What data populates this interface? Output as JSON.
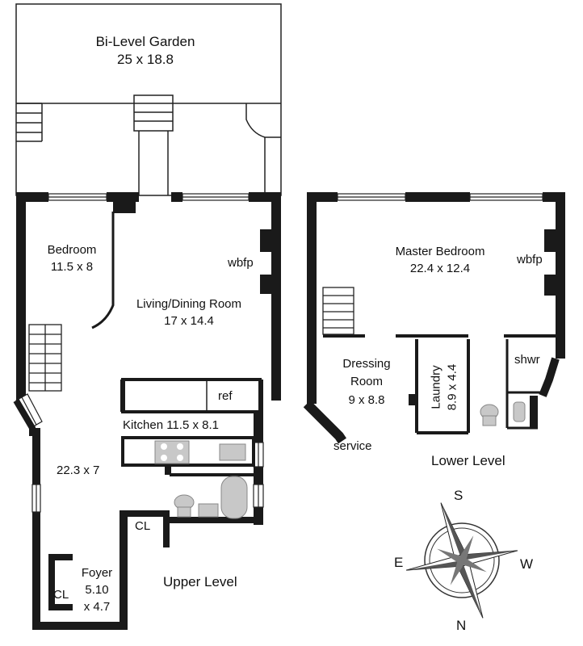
{
  "garden": {
    "name": "Bi-Level Garden",
    "dims": "25 x 18.8"
  },
  "upper": {
    "bedroom": {
      "name": "Bedroom",
      "dims": "11.5 x 8"
    },
    "living": {
      "name": "Living/Dining Room",
      "dims": "17 x 14.4"
    },
    "fireplace": "wbfp",
    "fridge": "ref",
    "kitchen": "Kitchen 11.5 x 8.1",
    "hall": "22.3 x 7",
    "closet": "CL",
    "foyer": {
      "name": "Foyer",
      "dims1": "5.10",
      "dims2": "x 4.7"
    },
    "foyer_closet": "CL",
    "level": "Upper Level"
  },
  "lower": {
    "master": {
      "name": "Master Bedroom",
      "dims": "22.4 x 12.4"
    },
    "fireplace": "wbfp",
    "dressing": {
      "name1": "Dressing",
      "name2": "Room",
      "dims": "9 x 8.8"
    },
    "laundry": {
      "name": "Laundry",
      "dims": "8.9 x 4.4"
    },
    "shower": "shwr",
    "service": "service",
    "level": "Lower Level"
  },
  "compass": {
    "north": "N",
    "south": "S",
    "east": "E",
    "west": "W"
  }
}
